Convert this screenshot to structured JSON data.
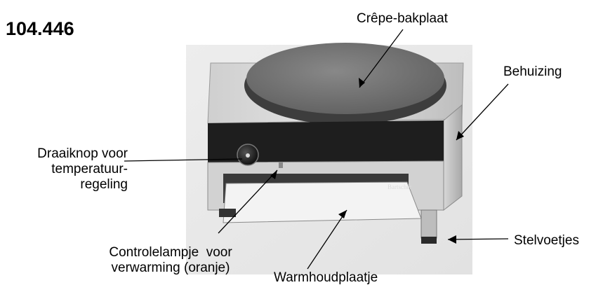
{
  "model_number": "104.446",
  "labels": {
    "baking_plate": "Crêpe-bakplaat",
    "housing": "Behuizing",
    "knob_line1": "Draaiknop voor",
    "knob_line2": "temperatuur-",
    "knob_line3": "regeling",
    "lamp_line1": "Controlelampje  voor",
    "lamp_line2": "verwarming (oranje)",
    "feet": "Stelvoetjes",
    "warming_plate": "Warmhoudplaatje"
  },
  "brand_logo_text": "Bartscher",
  "colors": {
    "text": "#000000",
    "steel": "#c9c9c9",
    "panel": "#1e1e1e",
    "plate": "#6e6e6e"
  }
}
